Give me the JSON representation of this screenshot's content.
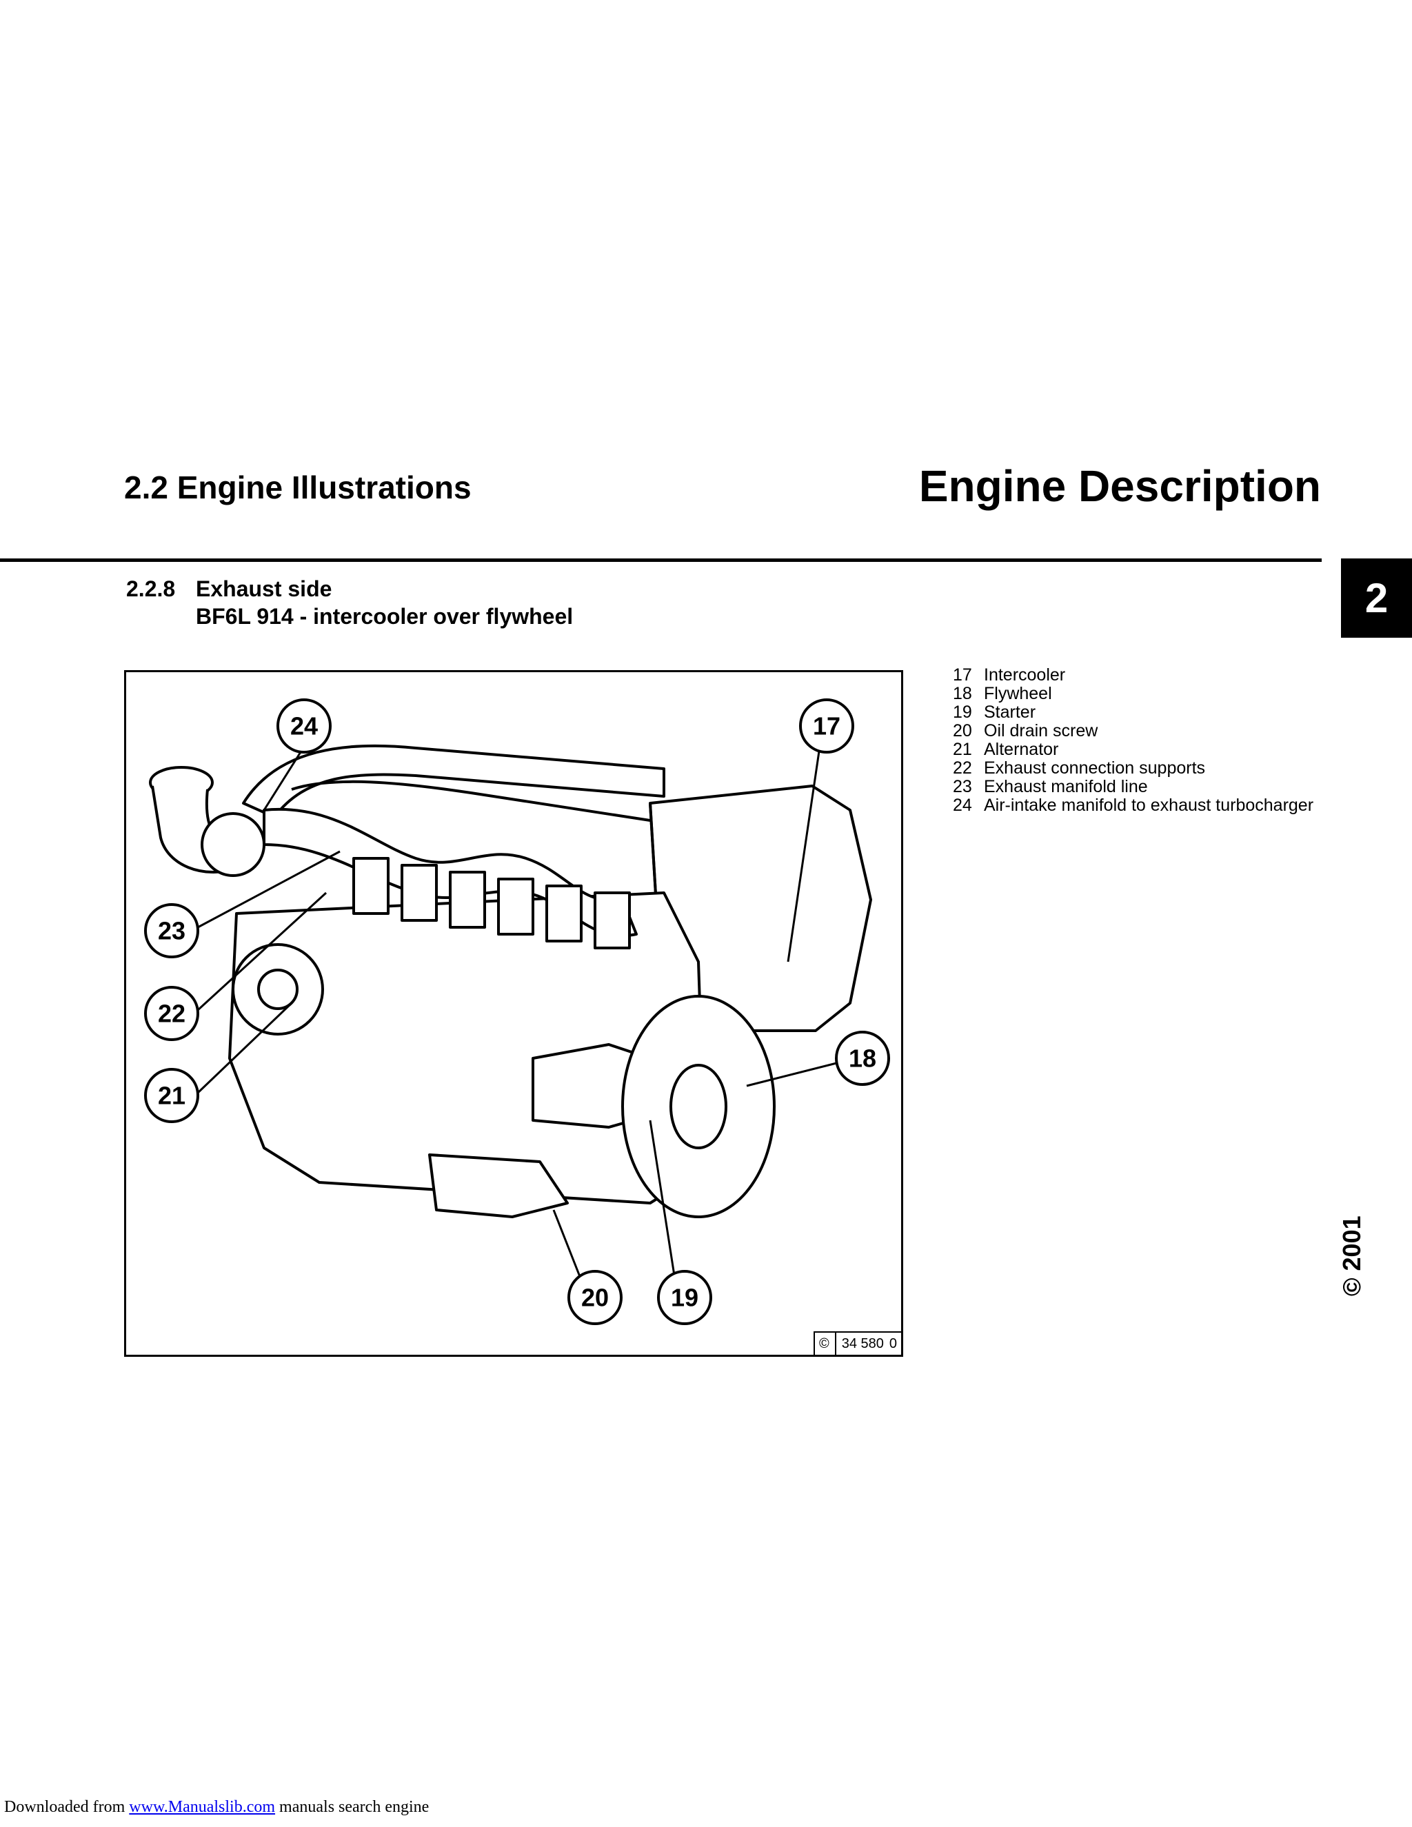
{
  "header": {
    "section_title": "2.2  Engine  Illustrations",
    "chapter_title": "Engine Description",
    "chapter_tab": "2"
  },
  "subsection": {
    "number": "2.2.8",
    "line1": "Exhaust side",
    "line2": "BF6L 914 - intercooler over flywheel"
  },
  "figure": {
    "callouts": [
      "24",
      "17",
      "23",
      "22",
      "21",
      "18",
      "20",
      "19"
    ],
    "reference_symbol": "©",
    "reference_number": "34 580",
    "reference_suffix": "0"
  },
  "legend": [
    {
      "num": "17",
      "label": "Intercooler"
    },
    {
      "num": "18",
      "label": "Flywheel"
    },
    {
      "num": "19",
      "label": "Starter"
    },
    {
      "num": "20",
      "label": "Oil  drain  screw"
    },
    {
      "num": "21",
      "label": "Alternator"
    },
    {
      "num": "22",
      "label": "Exhaust  connection  supports"
    },
    {
      "num": "23",
      "label": "Exhaust manifold line"
    },
    {
      "num": "24",
      "label": "Air-intake manifold to exhaust turbocharger"
    }
  ],
  "copyright": "© 2001",
  "footer": {
    "prefix": "Downloaded from ",
    "link": "www.Manualslib.com",
    "suffix": "  manuals search engine"
  }
}
